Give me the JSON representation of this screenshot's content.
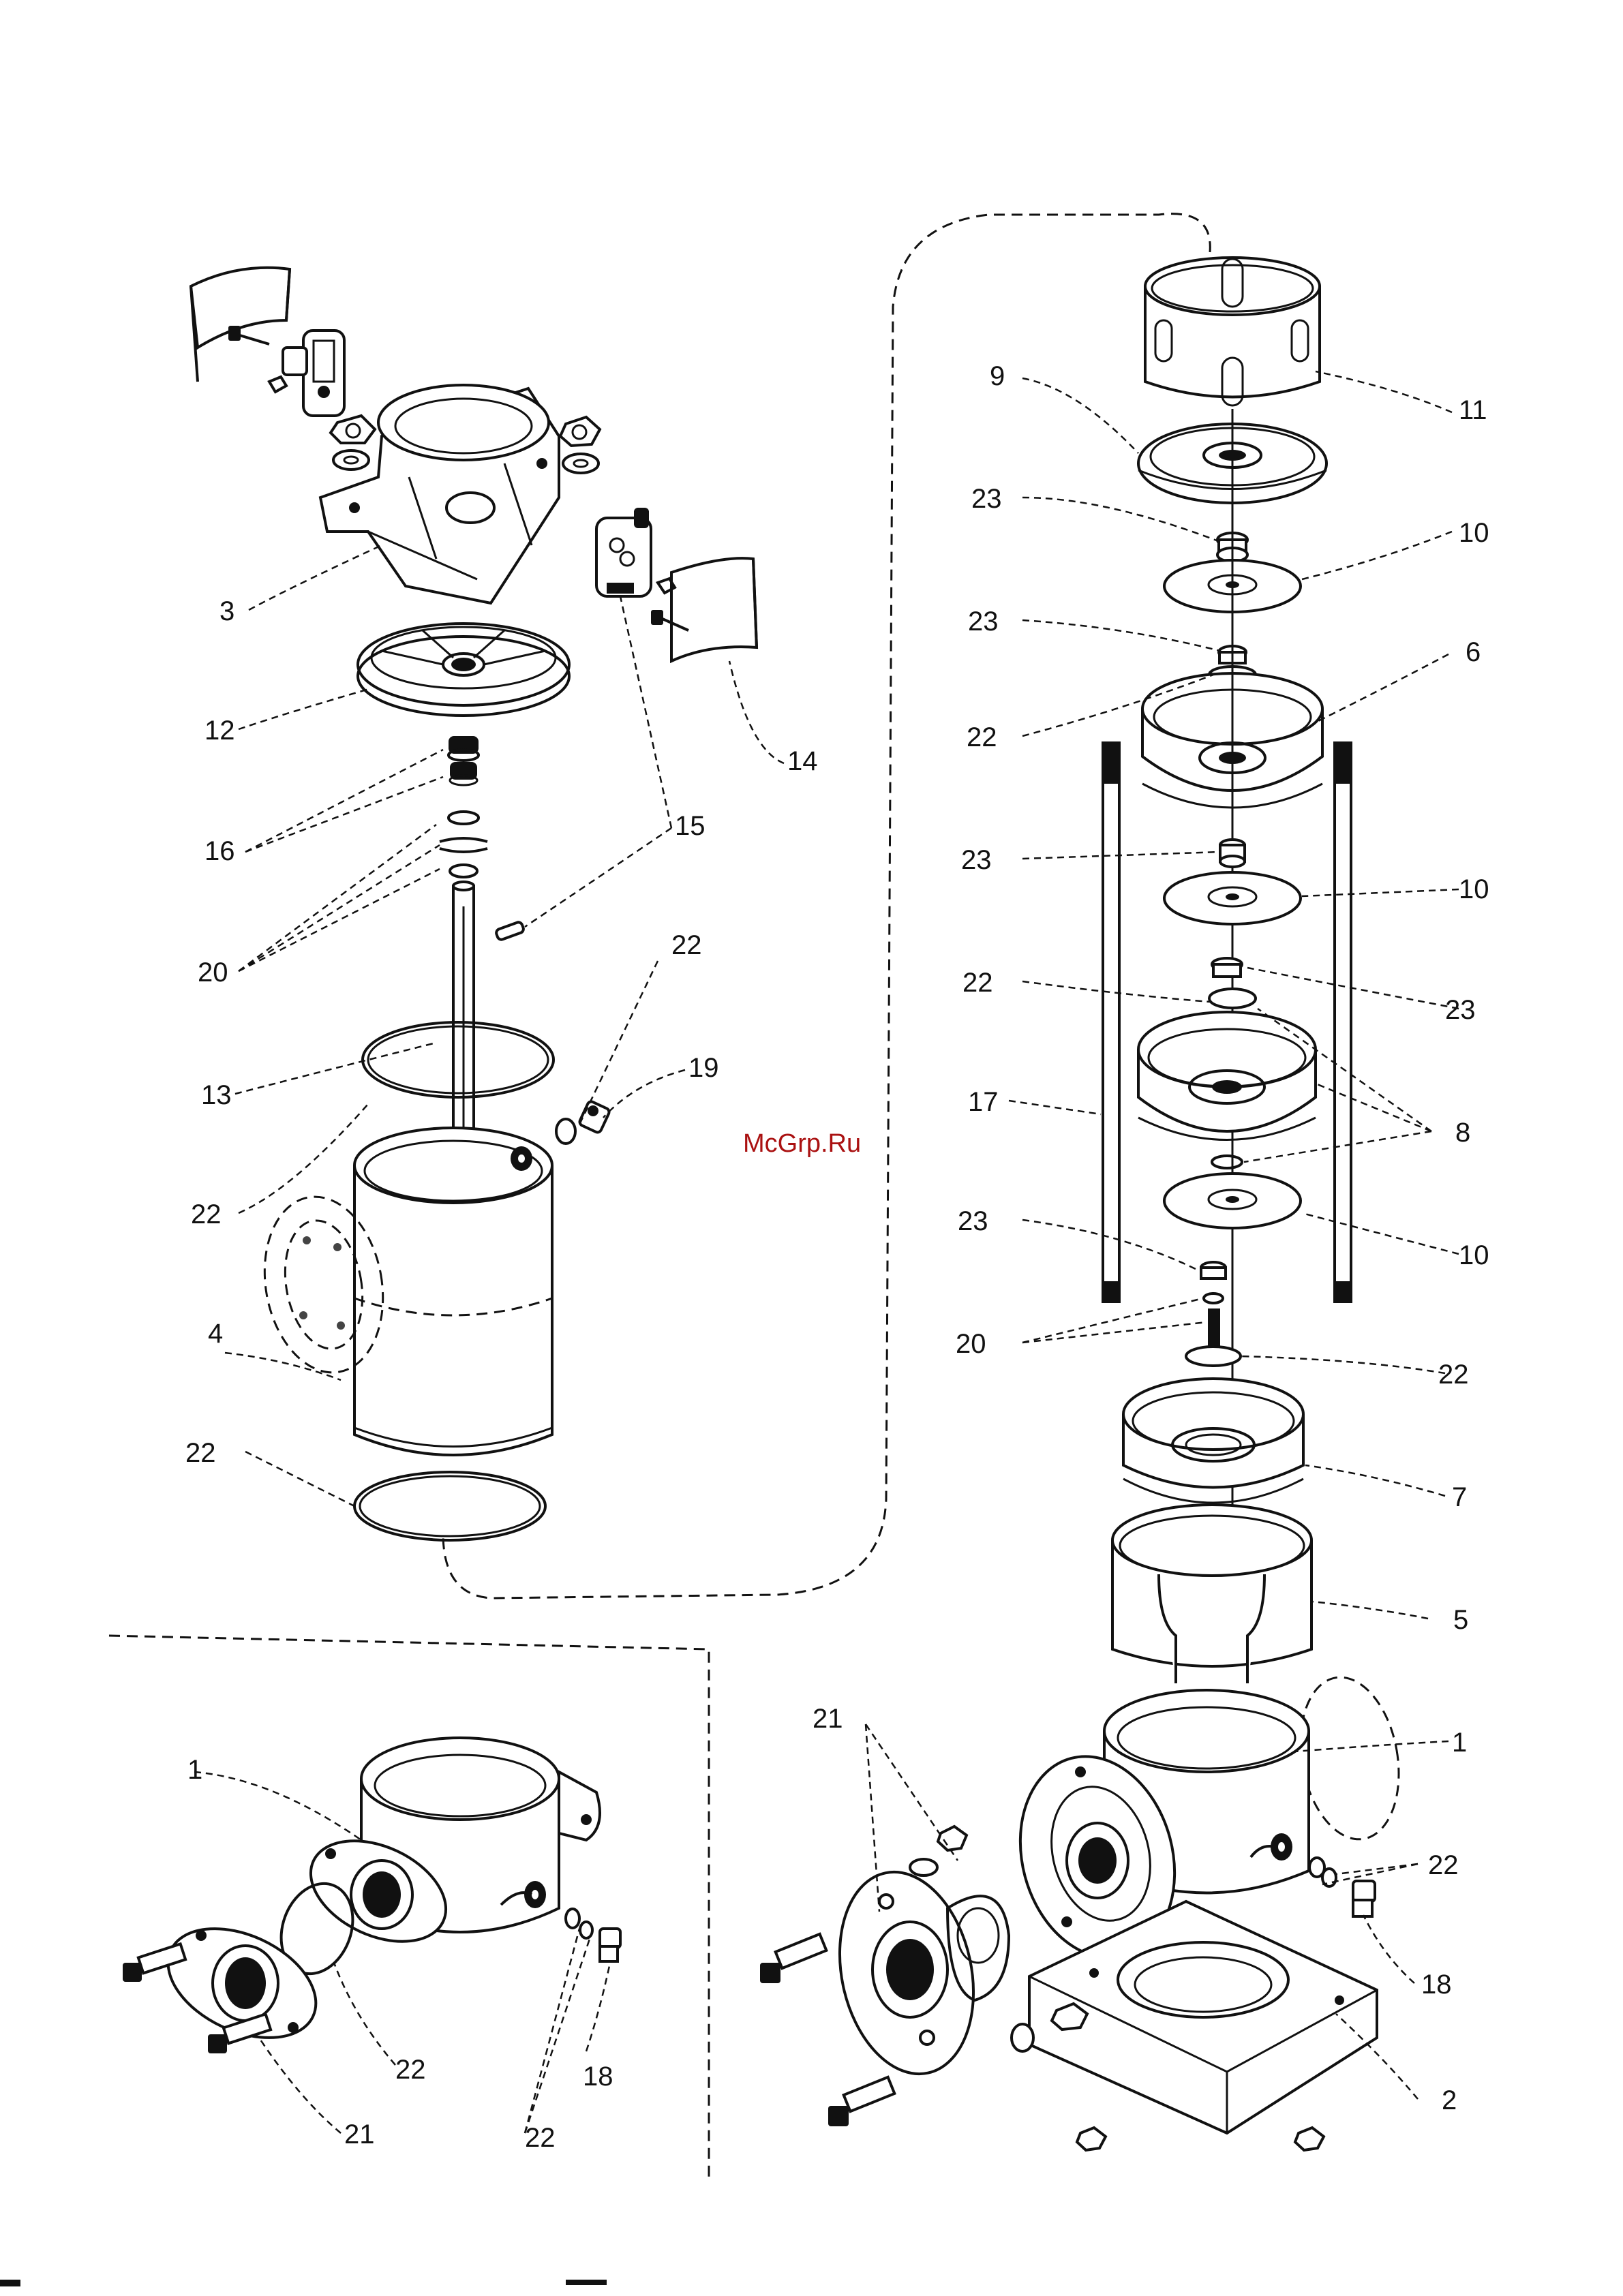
{
  "watermark": "McGrp.Ru",
  "labels": {
    "l3": "3",
    "l12": "12",
    "l16": "16",
    "l20a": "20",
    "l13": "13",
    "l22a": "22",
    "l4": "4",
    "l22b": "22",
    "l15": "15",
    "l14": "14",
    "l22c": "22",
    "l19": "19",
    "l9": "9",
    "l11": "11",
    "l23a": "23",
    "l10a": "10",
    "l23b": "23",
    "l6": "6",
    "l22d": "22",
    "l23c": "23",
    "l10b": "10",
    "l22e": "22",
    "l23d": "23",
    "l17": "17",
    "l8": "8",
    "l23e": "23",
    "l10c": "10",
    "l20b": "20",
    "l22f": "22",
    "l7": "7",
    "l5": "5",
    "l21a": "21",
    "l1a": "1",
    "l22g": "22",
    "l18a": "18",
    "l2": "2",
    "l1b": "1",
    "l22h": "22",
    "l18b": "18",
    "l21b": "21",
    "l22i": "22"
  }
}
